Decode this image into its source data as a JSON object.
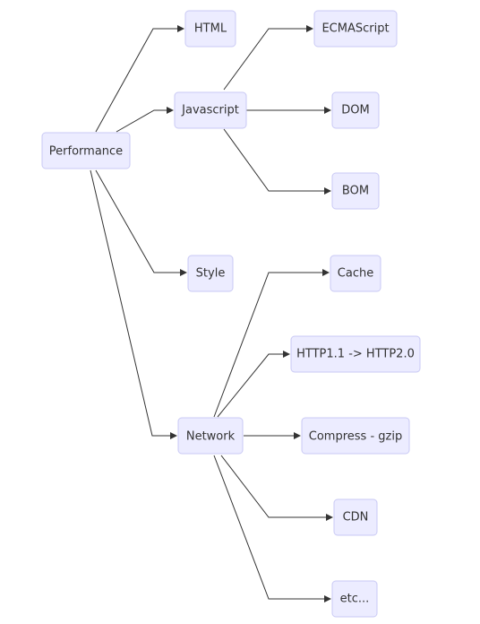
{
  "diagram": {
    "nodes": {
      "performance": "Performance",
      "html": "HTML",
      "javascript": "Javascript",
      "ecmascript": "ECMAScript",
      "dom": "DOM",
      "bom": "BOM",
      "style": "Style",
      "network": "Network",
      "cache": "Cache",
      "http": "HTTP1.1 -> HTTP2.0",
      "compress": "Compress - gzip",
      "cdn": "CDN",
      "etc": "etc..."
    },
    "colors": {
      "node_fill": "#ececff",
      "node_border": "#c9c9f4",
      "edge": "#333333",
      "text": "#333333"
    }
  }
}
